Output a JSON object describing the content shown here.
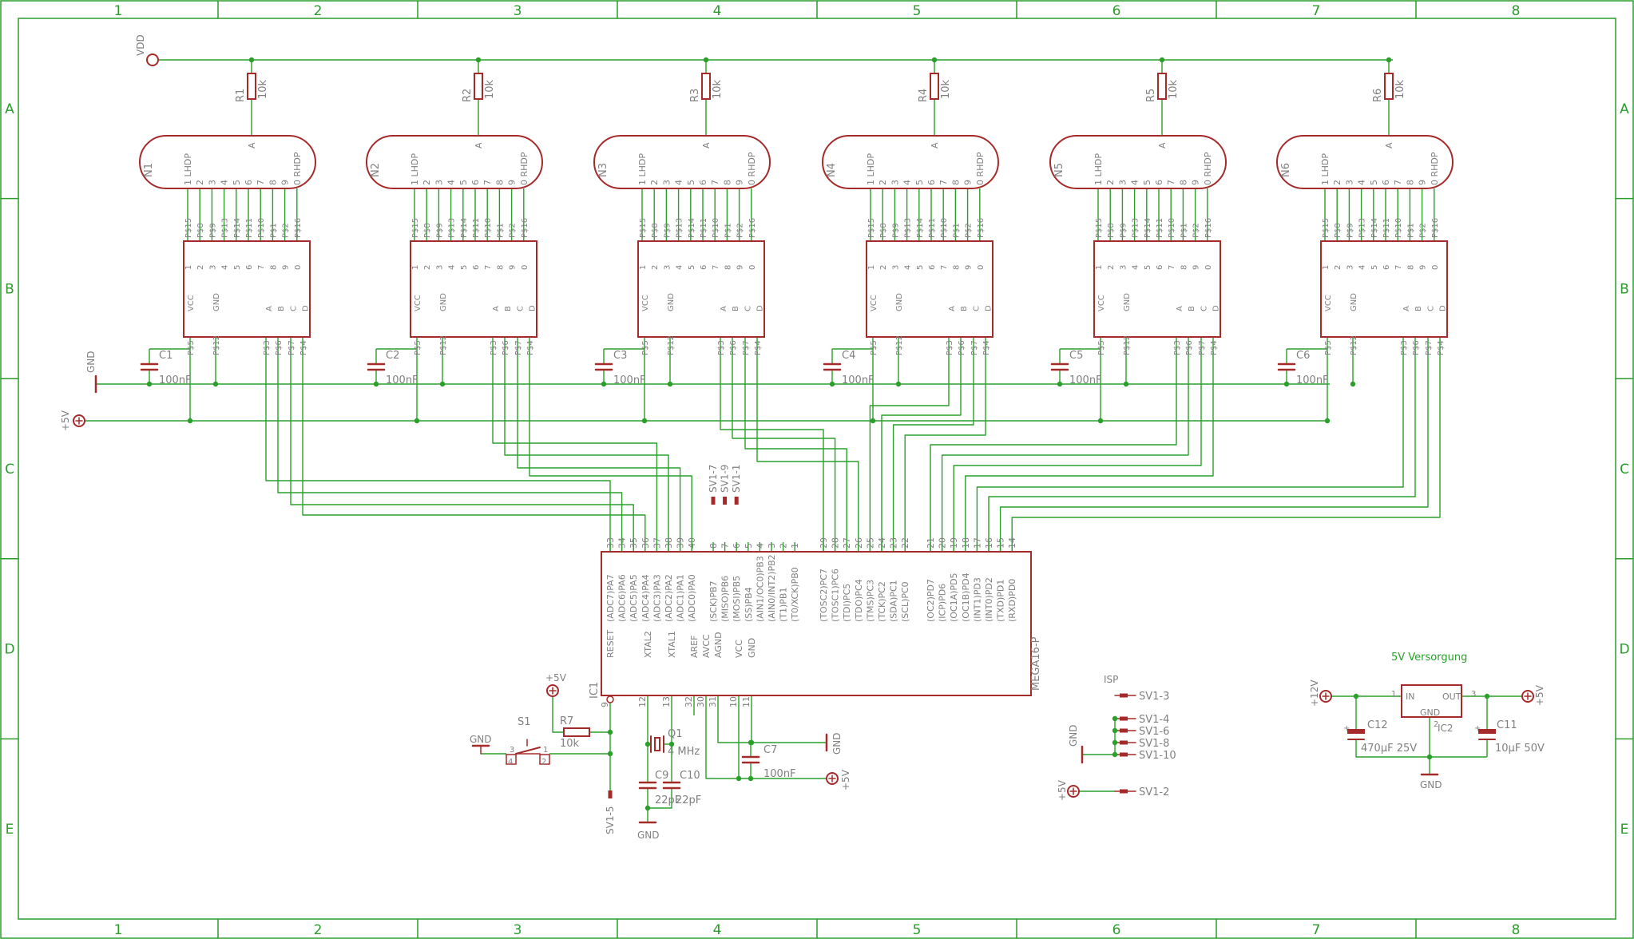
{
  "frame": {
    "columns": [
      "1",
      "2",
      "3",
      "4",
      "5",
      "6",
      "7",
      "8"
    ],
    "rows": [
      "A",
      "B",
      "C",
      "D",
      "E"
    ]
  },
  "power": {
    "vdd": "VDD",
    "gnd": "GND",
    "p5v": "+5V",
    "p12v": "+12V"
  },
  "tubes": [
    {
      "name": "N1",
      "r": "R1",
      "rv": "10k",
      "c": "C1",
      "cv": "100nF"
    },
    {
      "name": "N2",
      "r": "R2",
      "rv": "10k",
      "c": "C2",
      "cv": "100nF"
    },
    {
      "name": "N3",
      "r": "R3",
      "rv": "10k",
      "c": "C3",
      "cv": "100nF"
    },
    {
      "name": "N4",
      "r": "R4",
      "rv": "10k",
      "c": "C4",
      "cv": "100nF"
    },
    {
      "name": "N5",
      "r": "R5",
      "rv": "10k",
      "c": "C5",
      "cv": "100nF"
    },
    {
      "name": "N6",
      "r": "R6",
      "rv": "10k",
      "c": "C6",
      "cv": "100nF"
    }
  ],
  "tube_labels": {
    "digits": [
      "1",
      "2",
      "3",
      "4",
      "5",
      "6",
      "7",
      "8",
      "9",
      "0"
    ],
    "lhdp": "LHDP",
    "rhdp": "RHDP",
    "anode": "A",
    "anode_pin": "A"
  },
  "driver": {
    "top_pins": [
      "P$15",
      "P$8",
      "P$9",
      "P$13",
      "P$14",
      "P$11",
      "P$10",
      "P$1",
      "P$2",
      "P$16"
    ],
    "top_nums": [
      "1",
      "2",
      "3",
      "4",
      "5",
      "6",
      "7",
      "8",
      "9",
      "0"
    ],
    "vcc": "VCC",
    "gnd": "GND",
    "abcd": [
      "A",
      "B",
      "C",
      "D"
    ],
    "bottom_pins": [
      "P$5",
      "P$12",
      "P$3",
      "P$6",
      "P$7",
      "P$4"
    ]
  },
  "mcu": {
    "name": "IC1",
    "part": "MEGA16-P",
    "top_a_nums": [
      "33",
      "34",
      "35",
      "36",
      "37",
      "38",
      "39",
      "40"
    ],
    "top_a_names": [
      "(ADC7)PA7",
      "(ADC6)PA6",
      "(ADC5)PA5",
      "(ADC4)PA4",
      "(ADC3)PA3",
      "(ADC2)PA2",
      "(ADC1)PA1",
      "(ADC0)PA0"
    ],
    "top_b_nums": [
      "8",
      "7",
      "6",
      "5",
      "4",
      "3",
      "2",
      "1"
    ],
    "top_b_names": [
      "(SCK)PB7",
      "(MISO)PB6",
      "(MOSI)PB5",
      "(SS)PB4",
      "(AIN1/OC0)PB3",
      "(AIN0/INT2)PB2",
      "(T1)PB1",
      "(T0/XCK)PB0"
    ],
    "top_c_nums": [
      "29",
      "28",
      "27",
      "26",
      "25",
      "24",
      "23",
      "22"
    ],
    "top_c_names": [
      "(TOSC2)PC7",
      "(TOSC1)PC6",
      "(TDI)PC5",
      "(TDO)PC4",
      "(TMS)PC3",
      "(TCK)PC2",
      "(SDA)PC1",
      "(SCL)PC0"
    ],
    "top_d_nums": [
      "21",
      "20",
      "19",
      "18",
      "17",
      "16",
      "15",
      "14"
    ],
    "top_d_names": [
      "(OC2)PD7",
      "(ICP)PD6",
      "(OC1A)PD5",
      "(OC1B)PD4",
      "(INT1)PD3",
      "(INT0)PD2",
      "(TXD)PD1",
      "(RXD)PD0"
    ],
    "bot_names": [
      "RESET",
      "XTAL2",
      "XTAL1",
      "AREF",
      "AVCC",
      "AGND",
      "VCC",
      "GND"
    ],
    "bot_nums": [
      "9",
      "12",
      "13",
      "32",
      "30",
      "31",
      "10",
      "11"
    ],
    "sv_labels": [
      "SV1-7",
      "SV1-9",
      "SV1-1"
    ]
  },
  "reset": {
    "s1": "S1",
    "r7": "R7",
    "r7v": "10k",
    "sv": "SV1-5",
    "pins": [
      "1",
      "2",
      "3",
      "4"
    ]
  },
  "osc": {
    "q1": "Q1",
    "q1v": "4 MHz",
    "c9": "C9",
    "c10": "C10",
    "c9v": "22pF",
    "c10v": "22pF",
    "c7": "C7",
    "c7v": "100nF"
  },
  "isp": {
    "title": "ISP",
    "pins": [
      "SV1-3",
      "SV1-4",
      "SV1-6",
      "SV1-8",
      "SV1-10",
      "SV1-2"
    ]
  },
  "supply": {
    "title": "5V Versorgung",
    "ic": "IC2",
    "in": "IN",
    "out": "OUT",
    "gnd": "GND",
    "c12": "C12",
    "c12v": "470µF 25V",
    "c11": "C11",
    "c11v": "10µF 50V",
    "pin_nums": [
      "1",
      "2",
      "3"
    ],
    "cap_pin": "+"
  },
  "colors": {
    "frame": "#2a9c2a",
    "wire": "#2aa02a",
    "part": "#a52a2a",
    "text": "#808080",
    "gridtext": "#2a9c2a"
  }
}
